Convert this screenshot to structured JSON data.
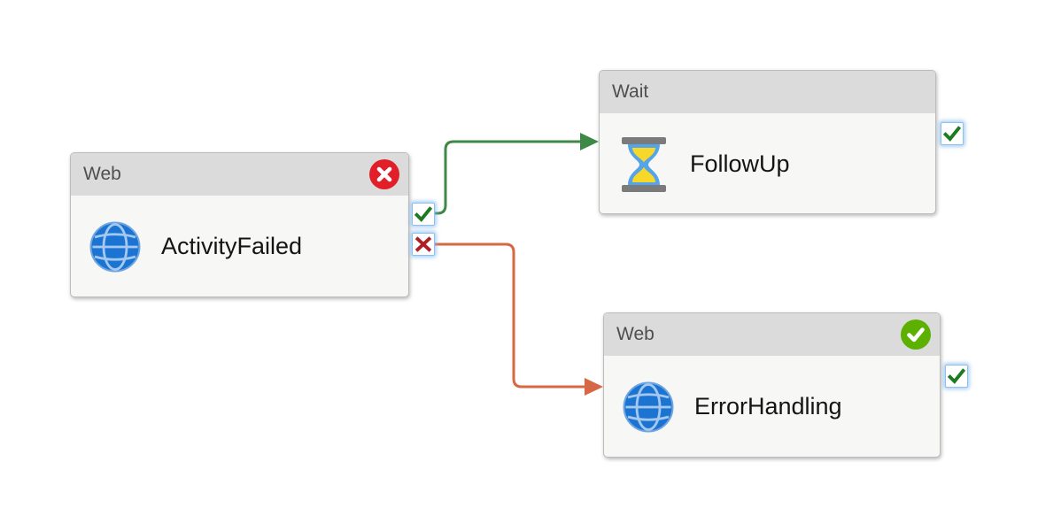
{
  "nodes": [
    {
      "type_label": "Web",
      "name": "ActivityFailed",
      "icon": "globe-icon",
      "status": "failed",
      "status_color": "#e01f28",
      "ports": [
        "success",
        "failure"
      ]
    },
    {
      "type_label": "Wait",
      "name": "FollowUp",
      "icon": "hourglass-icon",
      "status": "none",
      "ports": [
        "success"
      ]
    },
    {
      "type_label": "Web",
      "name": "ErrorHandling",
      "icon": "globe-icon",
      "status": "succeeded",
      "status_color": "#5cb100",
      "ports": [
        "success"
      ]
    }
  ],
  "connections": [
    {
      "from": "ActivityFailed",
      "output": "success",
      "to": "FollowUp",
      "color": "#3e8948"
    },
    {
      "from": "ActivityFailed",
      "output": "failure",
      "to": "ErrorHandling",
      "color": "#d76844"
    }
  ],
  "colors": {
    "node_header_bg": "#dbdbdb",
    "node_body_bg": "#f7f7f5",
    "node_border": "#bcbcbc",
    "port_border": "#8cc0ee",
    "check_glyph": "#1b7b21",
    "cross_glyph": "#b01e24",
    "globe_fill": "#1c74d2",
    "globe_grid": "#a4c8f0",
    "hourglass_frame": "#7b7b7b",
    "hourglass_glass": "#55a4e8",
    "hourglass_sand": "#f6d72a"
  }
}
